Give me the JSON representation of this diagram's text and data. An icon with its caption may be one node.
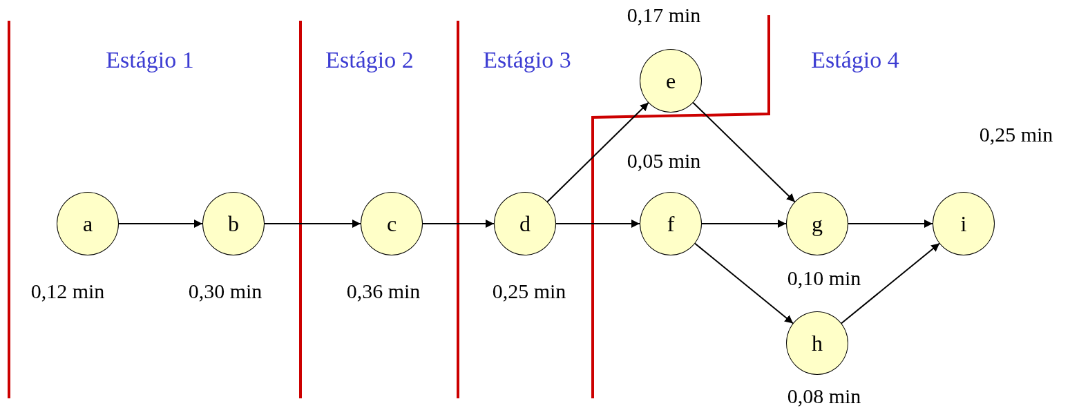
{
  "diagram": {
    "nodes": [
      {
        "text": [
          "a"
        ],
        "beside": [
          "0,12 min"
        ]
      },
      {
        "text": [
          "b"
        ],
        "beside": [
          "0,30 min"
        ]
      },
      {
        "text": [
          "c"
        ],
        "beside": [
          "0,36 min"
        ]
      },
      {
        "text": [
          "d"
        ],
        "beside": [
          "0,25 min"
        ]
      },
      {
        "text": [
          "e"
        ],
        "beside": [
          "0,17 min"
        ]
      },
      {
        "text": [
          "f"
        ],
        "beside": [
          "0,05 min"
        ]
      },
      {
        "text": [
          "g"
        ],
        "beside": [
          "0,10 min"
        ]
      },
      {
        "text": [
          "h"
        ],
        "beside": [
          "0,08 min"
        ]
      },
      {
        "text": [
          "i"
        ],
        "beside": [
          "0,25 min"
        ]
      }
    ],
    "edges": [
      {
        "from": 0,
        "to": 1,
        "arrow": "to"
      },
      {
        "from": 1,
        "to": 2,
        "arrow": "to"
      },
      {
        "from": 2,
        "to": 3,
        "arrow": "to"
      },
      {
        "from": 3,
        "to": 4,
        "arrow": "to"
      },
      {
        "from": 3,
        "to": 5,
        "arrow": "to"
      },
      {
        "from": 4,
        "to": 6,
        "arrow": "to"
      },
      {
        "from": 5,
        "to": 6,
        "arrow": "to"
      },
      {
        "from": 5,
        "to": 7,
        "arrow": "to"
      },
      {
        "from": 6,
        "to": 8,
        "arrow": "to"
      },
      {
        "from": 7,
        "to": 8,
        "arrow": "to"
      }
    ],
    "labels": [
      "Estágio 1",
      "Estágio 2",
      "Estágio 3",
      "Estágio 4"
    ]
  }
}
